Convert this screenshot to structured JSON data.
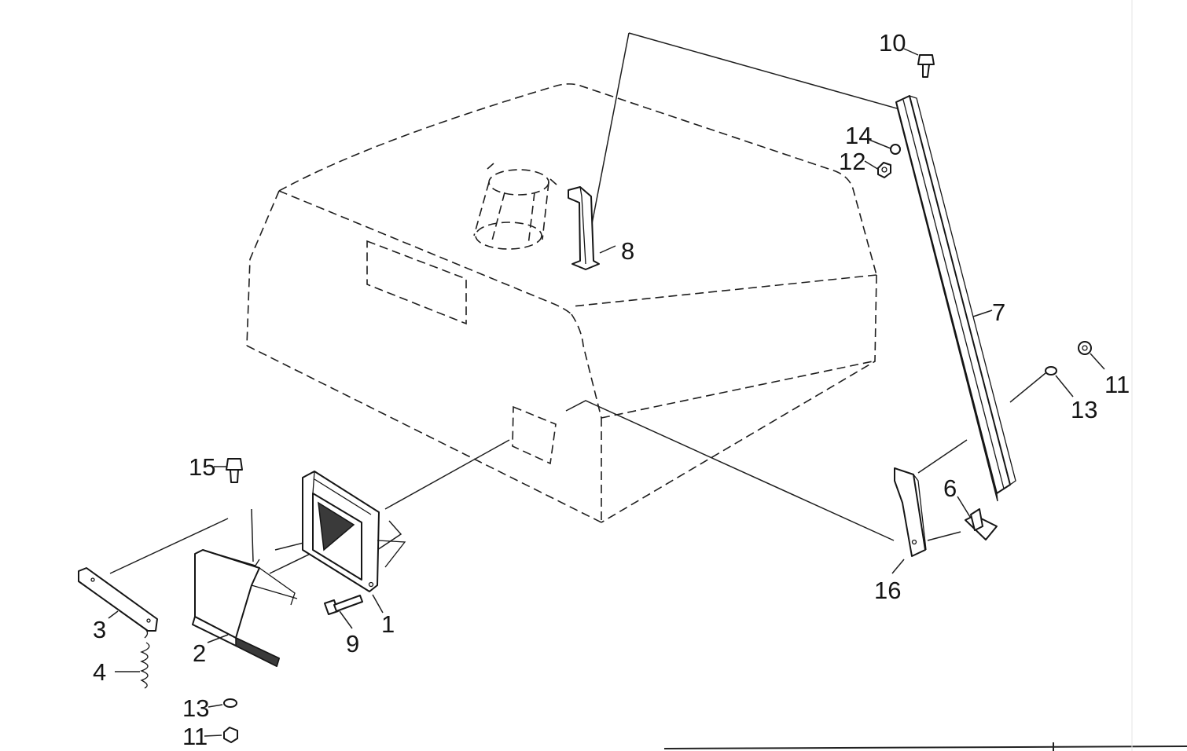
{
  "callouts": {
    "c1": "1",
    "c2": "2",
    "c3": "3",
    "c4": "4",
    "c6": "6",
    "c7": "7",
    "c8": "8",
    "c9": "9",
    "c10": "10",
    "c11_right": "11",
    "c11_left": "11",
    "c12": "12",
    "c13_right": "13",
    "c13_left": "13",
    "c14": "14",
    "c15": "15",
    "c16": "16"
  }
}
